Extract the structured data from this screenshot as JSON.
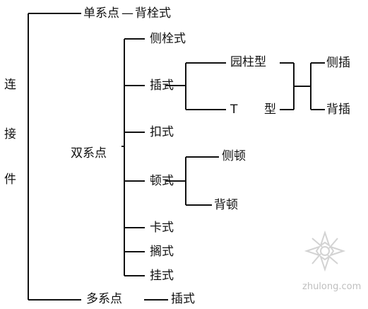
{
  "root": {
    "chars": [
      "连",
      "接",
      "件"
    ]
  },
  "single": {
    "label": "单系点",
    "sep": "—",
    "leaf": "背栓式"
  },
  "double": {
    "label": "双系点",
    "items": {
      "side_bolt": "侧栓式",
      "insert": "插式",
      "buckle": "扣式",
      "stop": "顿式",
      "card": "卡式",
      "rest": "搁式",
      "hang": "挂式"
    },
    "insert_branch": {
      "round_column": "园柱型",
      "t_type_a": "T",
      "t_type_b": "型",
      "side_insert": "侧插",
      "back_insert": "背插"
    },
    "stop_branch": {
      "side_stop": "侧顿",
      "back_stop": "背顿"
    }
  },
  "multi": {
    "label": "多系点",
    "sep": "——",
    "leaf": "插式"
  },
  "watermark": {
    "text": "zhulong.com"
  },
  "colors": {
    "line": "#111111",
    "text": "#111111",
    "watermark": "#bfbfbf"
  }
}
